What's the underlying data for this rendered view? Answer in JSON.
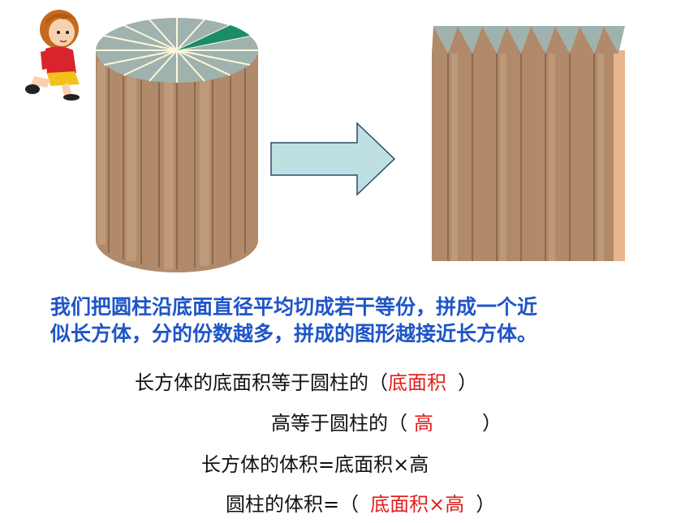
{
  "intro": {
    "line1": "我们把圆柱沿底面直径平均切成若干等份，拼成一个近",
    "line2": "似长方体，分的份数越多，拼成的图形越接近长方体。"
  },
  "statements": [
    {
      "prefix": "长方体的底面积等于圆柱的（",
      "answer": "底面积",
      "suffix": "）"
    },
    {
      "prefix": "高等于圆柱的（",
      "answer": "高",
      "suffix": "）"
    },
    {
      "prefix": "长方体的体积=底面积×高",
      "answer": "",
      "suffix": ""
    },
    {
      "prefix": "圆柱的体积=（",
      "answer": "底面积×高",
      "suffix": "）"
    }
  ],
  "colors": {
    "intro_text": "#1f55c8",
    "answer_text": "#e0201c",
    "wood": "#b08a6a",
    "top_face": "#9fb2ae",
    "highlight_sector": "#1a8c6a",
    "arrow_fill": "#bfe0e2"
  },
  "icons": [
    "girl-cartoon-icon",
    "cylinder-figure",
    "arrow-right-icon",
    "cuboid-figure"
  ]
}
